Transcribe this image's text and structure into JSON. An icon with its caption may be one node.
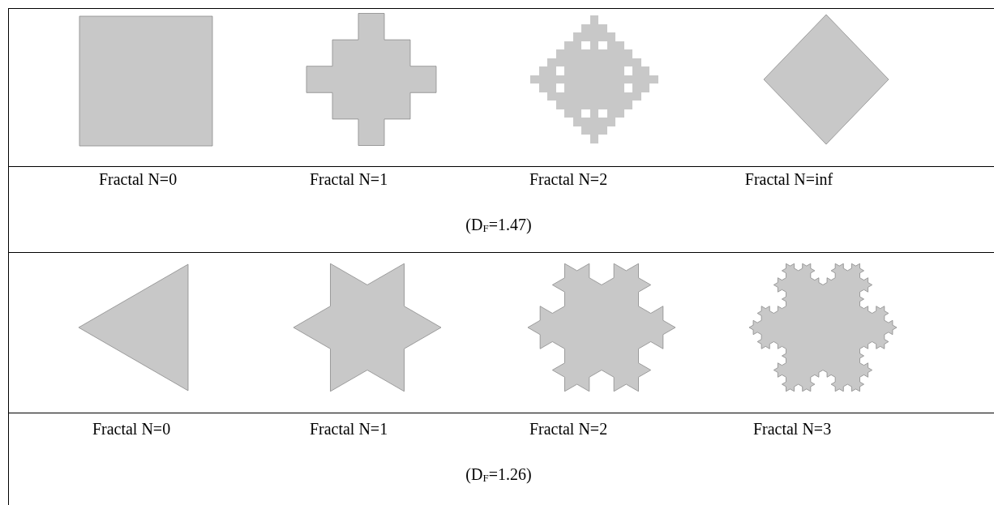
{
  "diagram": {
    "labels": [
      "Fractal N=0",
      "Fractal N=1",
      "Fractal N=2",
      "Fractal N=inf",
      "(D$_{F}$=1.47)",
      "Fractal N=0",
      "Fractal N=1",
      "Fractal N=2",
      "Fractal N=3",
      "(D$_{F}$=1.26)"
    ]
  }
}
